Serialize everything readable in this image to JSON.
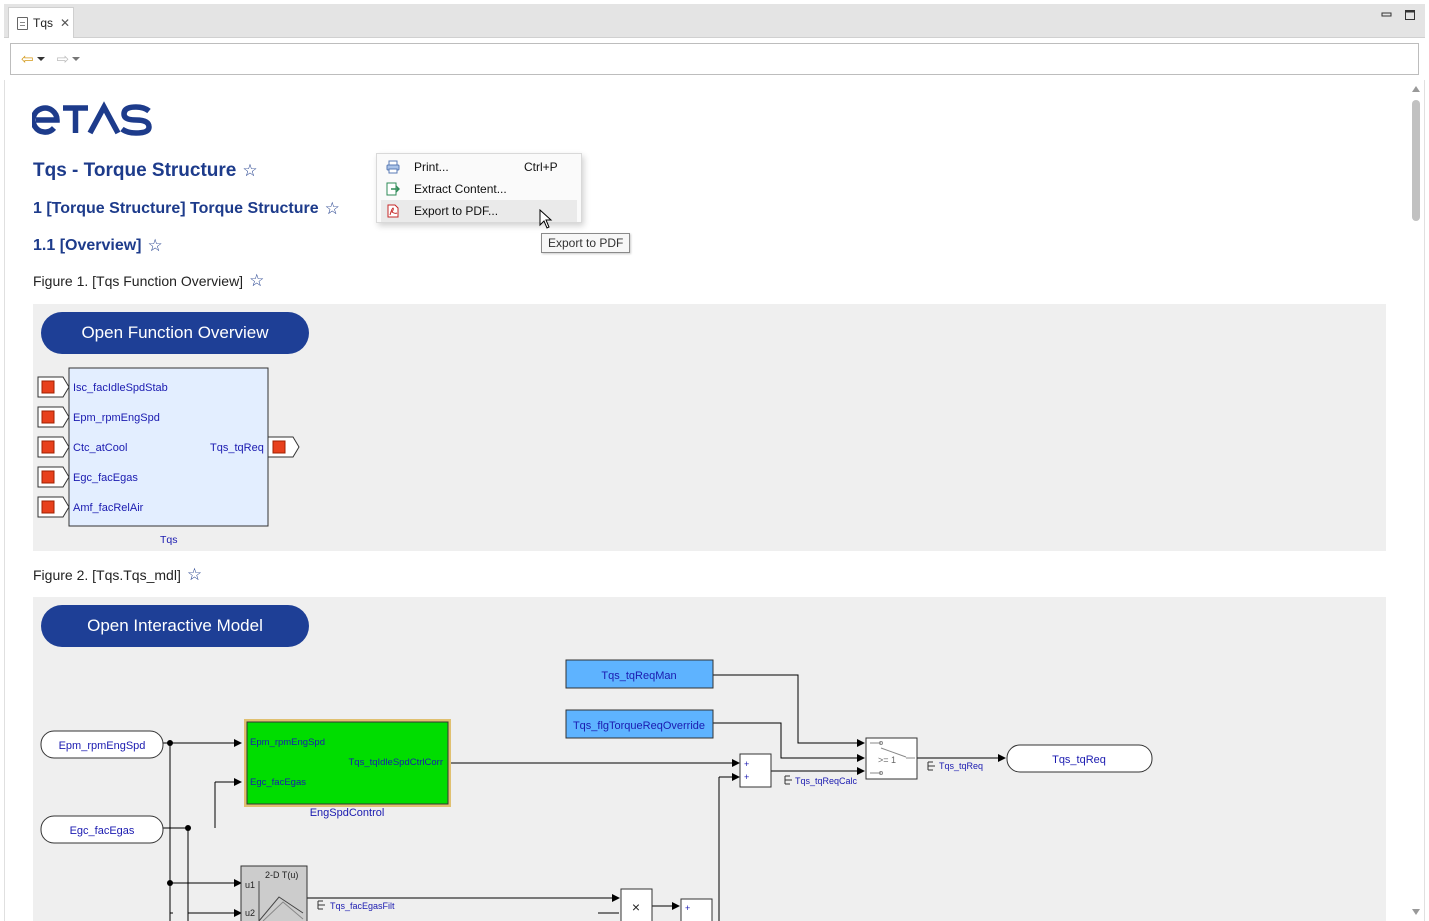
{
  "tab": {
    "title": "Tqs"
  },
  "window": {
    "minimize": "▭",
    "maximize": "□"
  },
  "brand": {
    "logo_text": "ETAS"
  },
  "headings": {
    "h1": "Tqs - Torque Structure",
    "h2": "1 [Torque Structure] Torque Structure",
    "h3": "1.1 [Overview]"
  },
  "figures": {
    "fig1": "Figure 1. [Tqs Function Overview]",
    "fig2": "Figure 2. [Tqs.Tqs_mdl]"
  },
  "buttons": {
    "open_function_overview": "Open Function Overview",
    "open_interactive_model": "Open Interactive Model"
  },
  "overview_block": {
    "name": "Tqs",
    "inputs": [
      "Isc_facIdleSpdStab",
      "Epm_rpmEngSpd",
      "Ctc_atCool",
      "Egc_facEgas",
      "Amf_facRelAir"
    ],
    "output": "Tqs_tqReq"
  },
  "model": {
    "inports": [
      "Epm_rpmEngSpd",
      "Egc_facEgas"
    ],
    "outport": "Tqs_tqReq",
    "const_blocks": [
      "Tqs_tqReqMan",
      "Tqs_flgTorqueReqOverride"
    ],
    "subsystem": {
      "name": "EngSpdControl",
      "in1": "Epm_rpmEngSpd",
      "in2": "Egc_facEgas",
      "out": "Tqs_tqIdleSpdCtrlCorr"
    },
    "lookup": {
      "title": "2-D T(u)",
      "u1": "u1",
      "u2": "u2"
    },
    "switch_label": ">= 1",
    "sum_signs": [
      "+",
      "+"
    ],
    "sum2_signs": [
      "+"
    ],
    "product_symbol": "×",
    "signal_labels": {
      "tqReq": "Tqs_tqReq",
      "tqReqCalc": "Tqs_tqReqCalc",
      "facEgasFilt": "Tqs_facEgasFilt"
    }
  },
  "context_menu": {
    "items": [
      {
        "label": "Print...",
        "shortcut": "Ctrl+P"
      },
      {
        "label": "Extract Content...",
        "shortcut": ""
      },
      {
        "label": "Export to PDF...",
        "shortcut": ""
      }
    ],
    "tooltip": "Export to PDF"
  },
  "colors": {
    "brand_blue": "#1d3b8b",
    "button_blue": "#1e3f96",
    "subsystem_green": "#00dd00",
    "const_blue": "#5eb3ff",
    "port_red": "#e8401c"
  }
}
